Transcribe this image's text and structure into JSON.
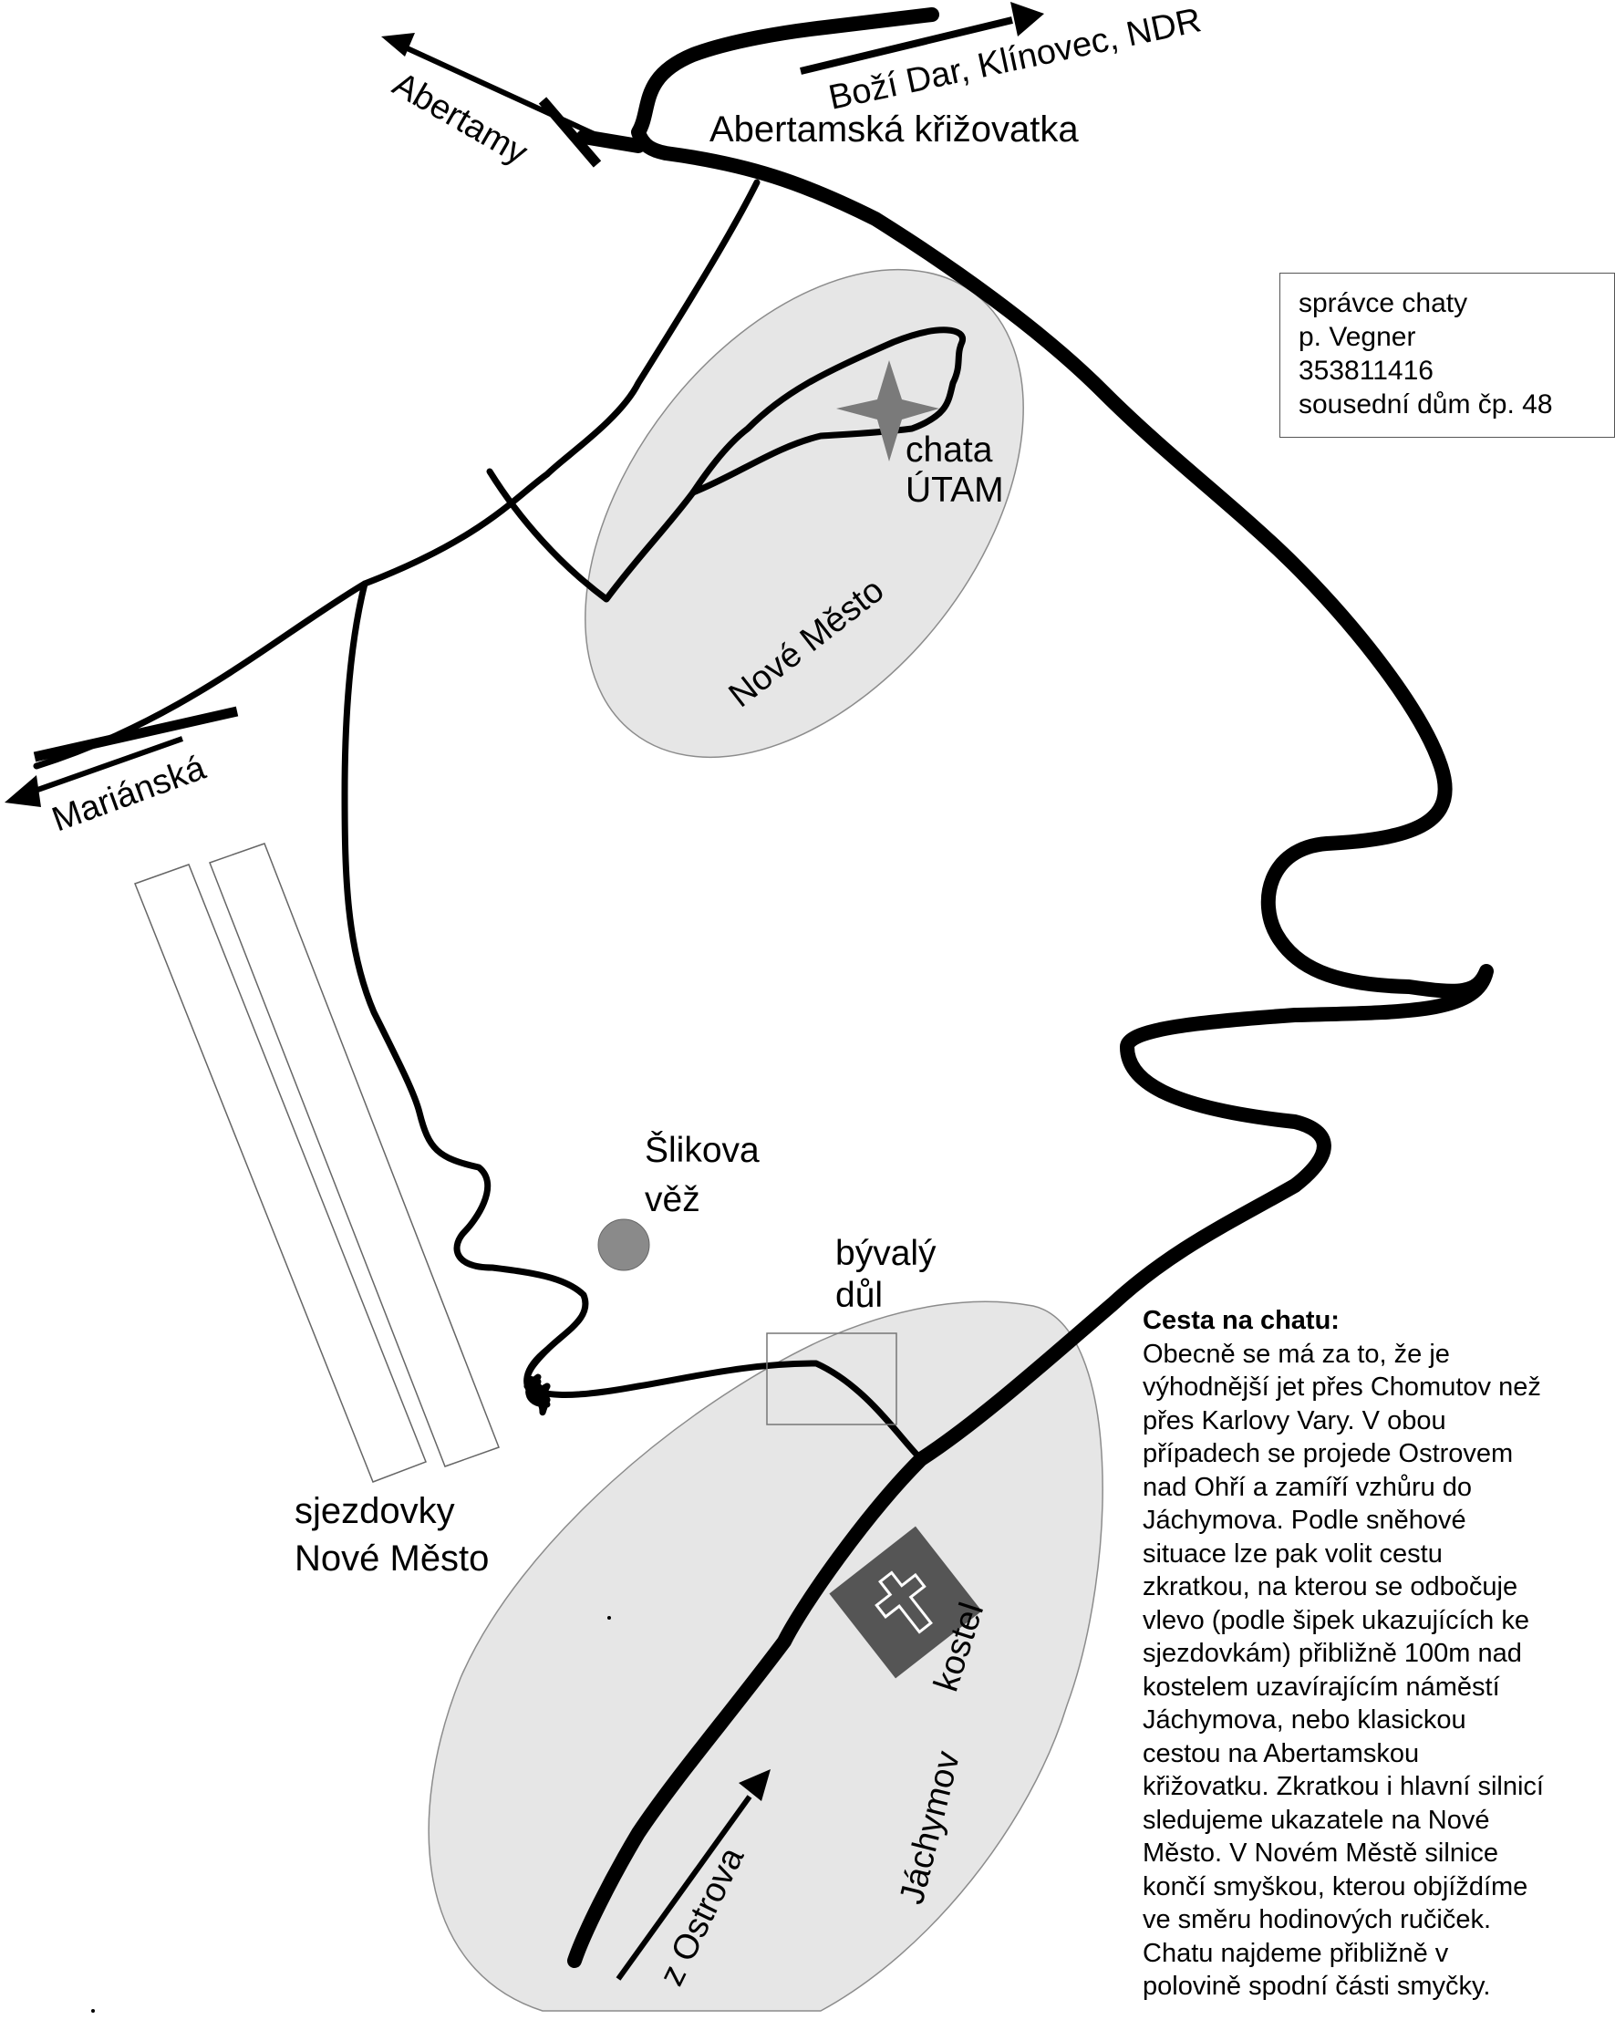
{
  "labels": {
    "abertamy": "Abertamy",
    "bozi_dar": "Boží Dar, Klínovec, NDR",
    "crossroad": "Abertamská křižovatka",
    "chata_1": "chata",
    "chata_2": "ÚTAM",
    "nove_mesto_area": "Nové Město",
    "marianska": "Mariánská",
    "slikova_1": "Šlikova",
    "slikova_2": "věž",
    "byvaly_1": "bývalý",
    "byvaly_2": "důl",
    "sjezdovky_1": "sjezdovky",
    "sjezdovky_2": "Nové Město",
    "kostel": "kostel",
    "jachymov": "Jáchymov",
    "z_ostrova": "z Ostrova"
  },
  "contact": {
    "line1": "správce chaty",
    "line2": "p. Vegner",
    "line3": "353811416",
    "line4": "sousední dům čp. 48"
  },
  "route": {
    "title": "Cesta na chatu:",
    "body": "Obecně se má za to, že je\nvýhodnější jet přes Chomutov než\npřes Karlovy Vary. V obou\npřípadech se projede Ostrovem\nnad Ohří a zamíří vzhůru do\nJáchymova. Podle sněhové\nsituace lze pak volit cestu\nzkratkou, na kterou se odbočuje\nvlevo (podle šipek ukazujících ke\nsjezdovkám) přibližně 100m nad\nkostelem uzavírajícím náměstí\nJáchymova, nebo klasickou\ncestou na Abertamskou\nkřižovatku. Zkratkou i hlavní silnicí\nsledujeme ukazatele na Nové\nMěsto. V Novém Městě silnice\nkončí smyškou, kterou objíždíme\nve směru hodinových ručiček.\nChatu najdeme přibližně v\npolovině spodní části smyčky."
  },
  "colors": {
    "area_fill": "#e6e6e6",
    "area_stroke": "#8c8c8c",
    "road": "#000000",
    "star": "#7a7a7a",
    "tower": "#8a8a8a",
    "church": "#555555"
  },
  "icons": {
    "cabin": "star-icon",
    "tower": "circle-icon",
    "church": "cross-icon"
  }
}
